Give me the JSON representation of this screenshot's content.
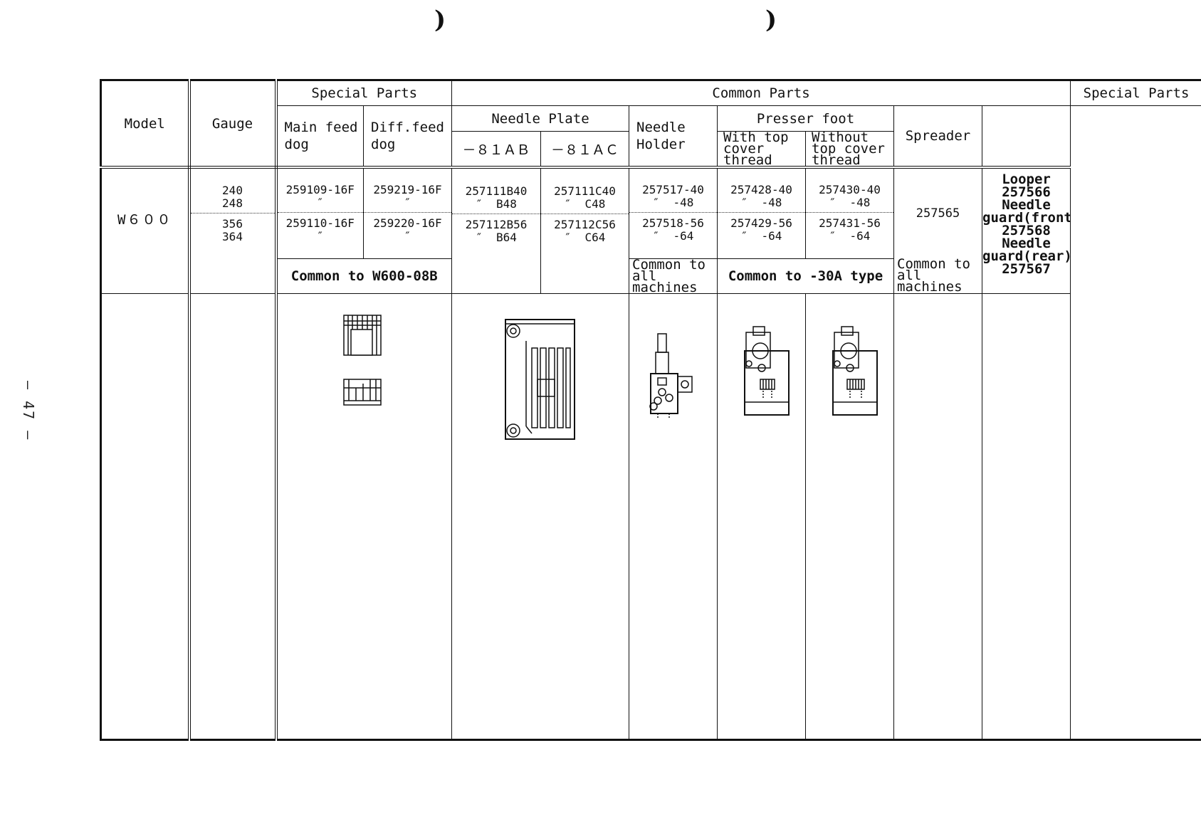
{
  "page": {
    "page_number": "— 47 —",
    "binding_marks": [
      ")",
      ")"
    ]
  },
  "table": {
    "headers": {
      "model": "Model",
      "gauge": "Gauge",
      "special_parts_left": "Special Parts",
      "common_parts": "Common Parts",
      "special_parts_right": "Special Parts",
      "main_feed_dog": "Main feed dog",
      "diff_feed_dog": "Diff.feed dog",
      "needle_plate": "Needle Plate",
      "needle_plate_81ab": "－８１ＡＢ",
      "needle_plate_81ac": "－８１ＡＣ",
      "needle_holder": "Needle Holder",
      "presser_foot": "Presser foot",
      "with_top_cover": "With top cover thread",
      "without_top_cover": "Without top cover thread",
      "spreader": "Spreader"
    },
    "model": "W６００",
    "gauges": {
      "upper": [
        "240",
        "248"
      ],
      "lower": [
        "356",
        "364"
      ]
    },
    "main_feed_dog": {
      "upper": [
        "259109-16F",
        "″"
      ],
      "lower": [
        "259110-16F",
        "″"
      ]
    },
    "diff_feed_dog": {
      "upper": [
        "259219-16F",
        "″"
      ],
      "lower": [
        "259220-16F",
        "″"
      ]
    },
    "needle_plate_81ab": {
      "upper": [
        "257111B40",
        "″  B48"
      ],
      "lower": [
        "257112B56",
        "″  B64"
      ]
    },
    "needle_plate_81ac": {
      "upper": [
        "257111C40",
        "″  C48"
      ],
      "lower": [
        "257112C56",
        "″  C64"
      ]
    },
    "needle_holder": {
      "upper": [
        "257517-40",
        "″  -48"
      ],
      "lower": [
        "257518-56",
        "″  -64"
      ]
    },
    "presser_foot_with": {
      "upper": [
        "257428-40",
        "″  -48"
      ],
      "lower": [
        "257429-56",
        "″  -64"
      ]
    },
    "presser_foot_without": {
      "upper": [
        "257430-40",
        "″  -48"
      ],
      "lower": [
        "257431-56",
        "″  -64"
      ]
    },
    "spreader": "257565",
    "special_right": [
      "Looper",
      "257566",
      "Needle guard(front)",
      "257568",
      "Needle guard(rear)",
      "257567"
    ],
    "notes": {
      "feed_dog_common": "Common to W600-08B",
      "needle_holder_common": "Common to all machines",
      "presser_foot_common": "Common to -30A type",
      "spreader_common": "Common to all machines"
    }
  },
  "illustrations": {
    "feed_dog": "feed-dog-drawing",
    "needle_plate": "needle-plate-drawing",
    "needle_holder": "needle-holder-drawing",
    "presser_foot_with": "presser-foot-drawing",
    "presser_foot_without": "presser-foot-drawing"
  }
}
